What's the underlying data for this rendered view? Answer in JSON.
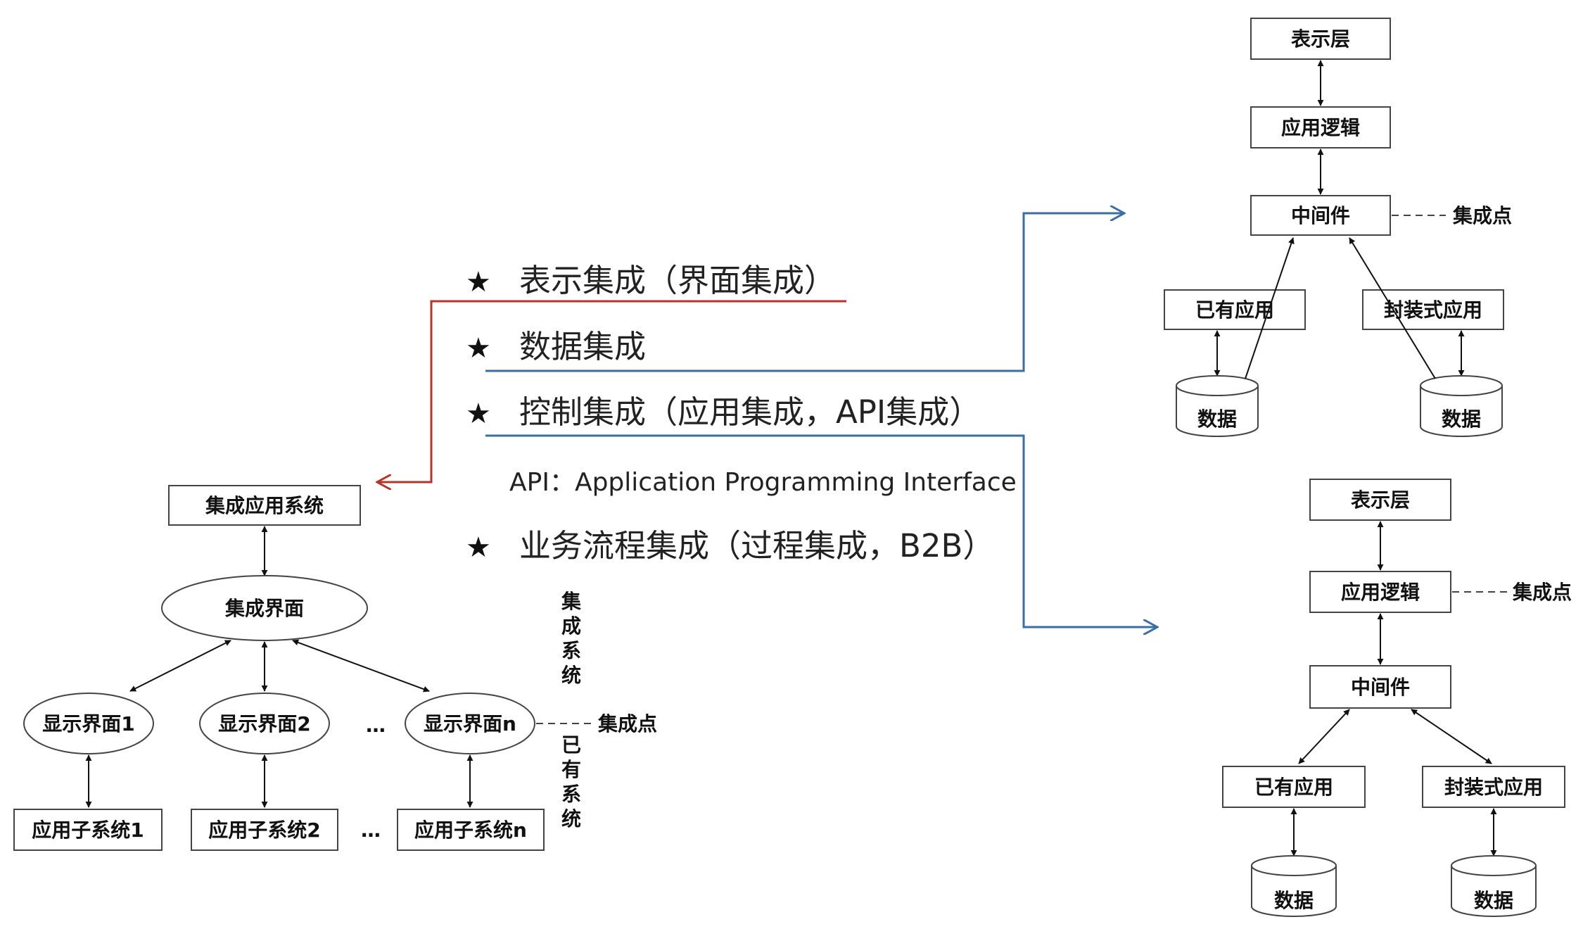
{
  "colors": {
    "presentation_link": "#b3352b",
    "data_link": "#3a6ea5",
    "control_link": "#3a6ea5",
    "box_stroke": "#444444",
    "text": "#111111"
  },
  "bullets": {
    "star": "★",
    "presentation": "表示集成（界面集成）",
    "data": "数据集成",
    "control": "控制集成（应用集成，API集成）",
    "api_note": "API：Application Programming Interface",
    "process": "业务流程集成（过程集成，B2B）"
  },
  "left_diagram": {
    "system": "集成应用系统",
    "integrated_ui": "集成界面",
    "display1": "显示界面1",
    "display2": "显示界面2",
    "displayn": "显示界面n",
    "ellipsis": "…",
    "sub1": "应用子系统1",
    "sub2": "应用子系统2",
    "subn": "应用子系统n",
    "integration_point": "集成点",
    "integrated_system_label": [
      "集",
      "成",
      "系",
      "统"
    ],
    "existing_system_label": [
      "已",
      "有",
      "系",
      "统"
    ]
  },
  "right_top": {
    "presentation": "表示层",
    "logic": "应用逻辑",
    "middleware": "中间件",
    "existing_app": "已有应用",
    "wrapped_app": "封装式应用",
    "data1": "数据",
    "data2": "数据",
    "integration_point": "集成点"
  },
  "right_bottom": {
    "presentation": "表示层",
    "logic": "应用逻辑",
    "middleware": "中间件",
    "existing_app": "已有应用",
    "wrapped_app": "封装式应用",
    "data1": "数据",
    "data2": "数据",
    "integration_point": "集成点"
  }
}
